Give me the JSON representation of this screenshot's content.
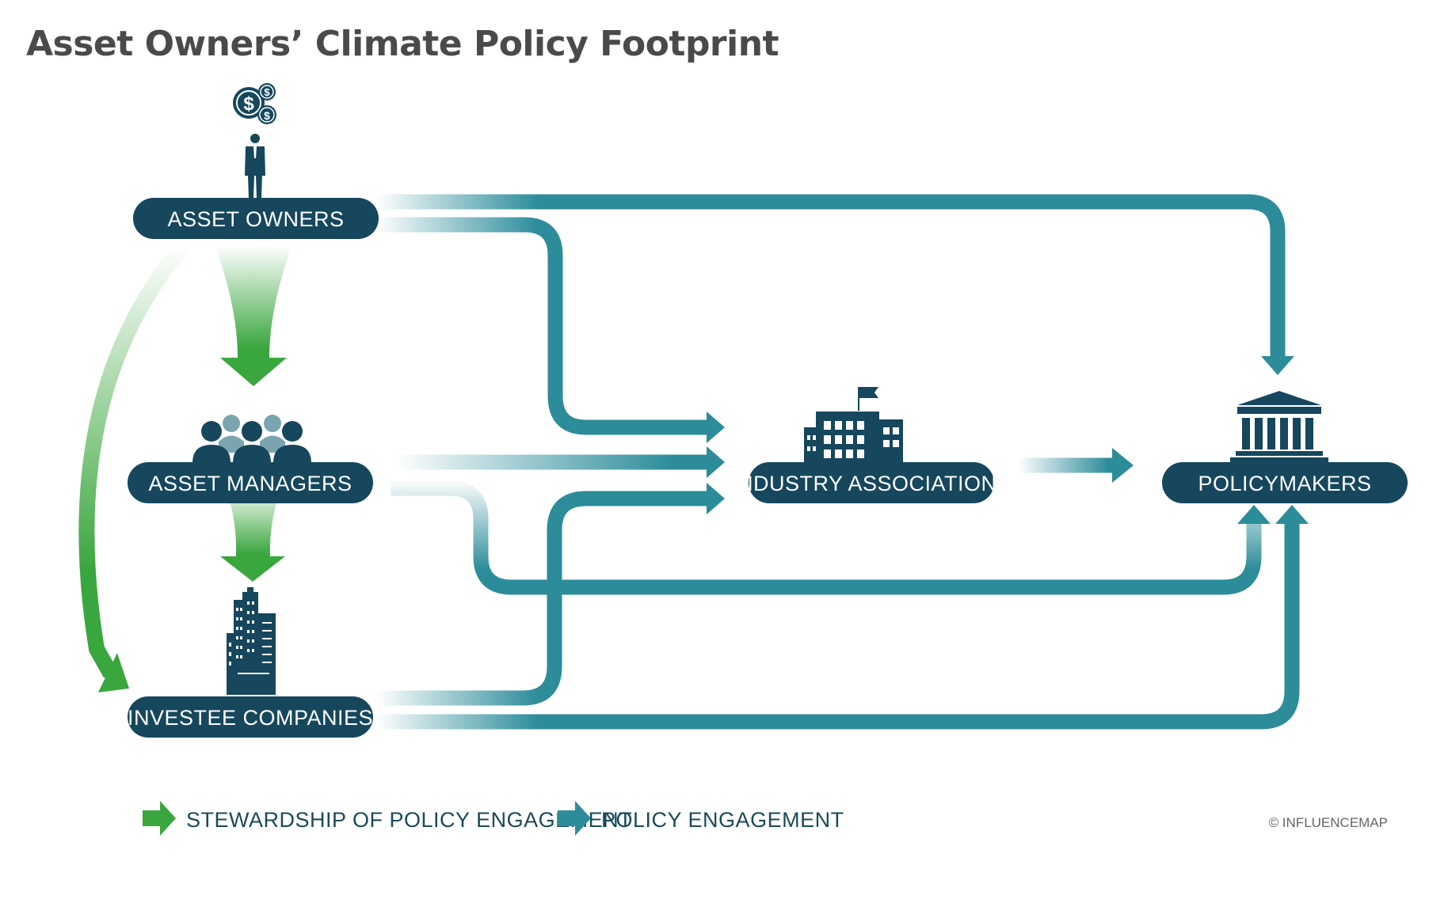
{
  "title": "Asset Owners’ Climate Policy Footprint",
  "nodes": {
    "asset_owners": "ASSET OWNERS",
    "asset_managers": "ASSET MANAGERS",
    "investee_companies": "INVESTEE COMPANIES",
    "industry_associations": "INDUSTRY ASSOCIATIONS",
    "policymakers": "POLICYMAKERS"
  },
  "legend": {
    "stewardship": "STEWARDSHIP OF POLICY ENGAGEMENT",
    "policy_engagement": "POLICY ENGAGEMENT"
  },
  "credit": "© INFLUENCEMAP",
  "colors": {
    "navy": "#16475d",
    "teal": "#2c8c9a",
    "green": "#3aa63e",
    "title": "#4a4a4a"
  }
}
